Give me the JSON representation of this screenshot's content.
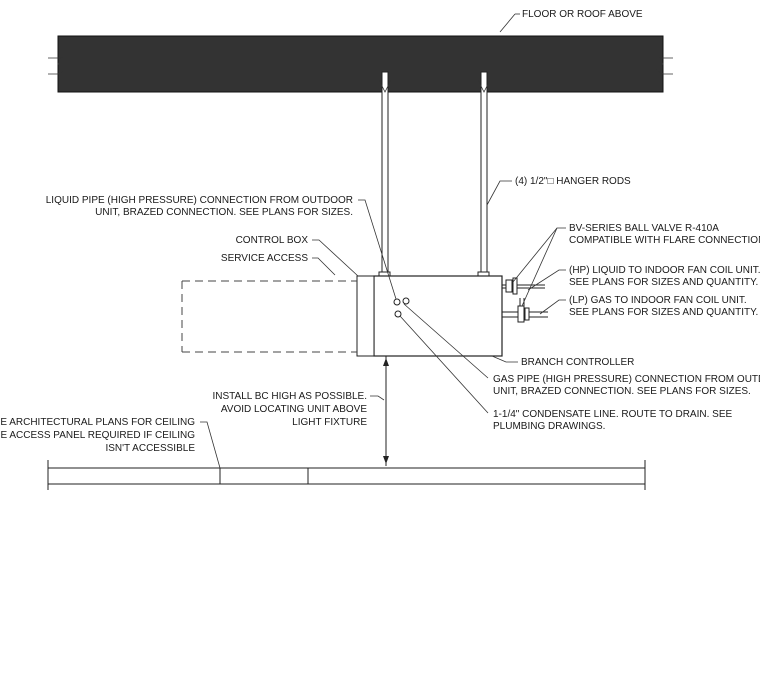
{
  "labels": {
    "floor": "FLOOR OR ROOF ABOVE",
    "hanger": "(4) 1/2\"□ HANGER RODS",
    "liquid_pipe_1": "LIQUID PIPE (HIGH PRESSURE) CONNECTION FROM OUTDOOR",
    "liquid_pipe_2": "UNIT, BRAZED CONNECTION.  SEE PLANS FOR SIZES.",
    "control_box": "CONTROL BOX",
    "service_access": "SERVICE ACCESS",
    "ball_valve_1": "BV-SERIES BALL VALVE R-410A",
    "ball_valve_2": "COMPATIBLE WITH FLARE CONNECTIONS",
    "hp_liquid_1": "(HP) LIQUID TO INDOOR FAN COIL UNIT.",
    "hp_liquid_2": "SEE PLANS FOR SIZES AND QUANTITY.",
    "lp_gas_1": "(LP) GAS TO INDOOR FAN COIL UNIT.",
    "lp_gas_2": "SEE PLANS FOR SIZES AND QUANTITY.",
    "branch_controller": "BRANCH CONTROLLER",
    "gas_pipe_1": "GAS PIPE (HIGH PRESSURE) CONNECTION FROM OUTDOOR",
    "gas_pipe_2": "UNIT, BRAZED CONNECTION.  SEE PLANS FOR SIZES.",
    "install_1": "INSTALL BC HIGH AS POSSIBLE.",
    "install_2": "AVOID LOCATING UNIT ABOVE",
    "install_3": "LIGHT FIXTURE",
    "condensate_1": "1-1/4\" CONDENSATE LINE. ROUTE TO DRAIN. SEE",
    "condensate_2": "PLUMBING DRAWINGS.",
    "arch_1": "SEE ARCHITECTURAL PLANS FOR CEILING",
    "arch_2": "TYPE ACCESS PANEL REQUIRED IF CEILING",
    "arch_3": "ISN'T ACCESSIBLE"
  },
  "colors": {
    "slab": "#333333",
    "line": "#222222"
  }
}
